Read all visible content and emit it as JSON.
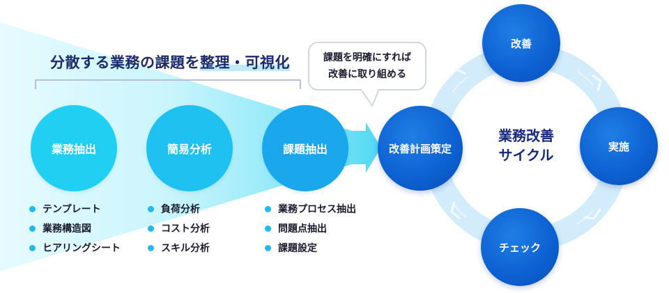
{
  "title": {
    "main": "分散する業務の課題を",
    "highlight": "整理・可視化"
  },
  "steps": [
    {
      "label": "業務抽出",
      "color": "#21cff3"
    },
    {
      "label": "簡易分析",
      "color": "#1fc1f1"
    },
    {
      "label": "課題抽出",
      "color": "#1aa7ec"
    }
  ],
  "lists": [
    [
      "テンプレート",
      "業務構造図",
      "ヒアリングシート"
    ],
    [
      "負荷分析",
      "コスト分析",
      "スキル分析"
    ],
    [
      "業務プロセス抽出",
      "問題点抽出",
      "課題設定"
    ]
  ],
  "bubble": {
    "line1": "課題を明確にすれば",
    "line2": "改善に取り組める"
  },
  "cycle": {
    "center_line1": "業務改善",
    "center_line2": "サイクル",
    "nodes": {
      "plan": "改善計画策定",
      "improve": "改善",
      "execute": "実施",
      "check": "チェック"
    }
  },
  "colors": {
    "accent_cyan": "#22b8f0",
    "cycle_blue": "#0d5fd0",
    "ring": "#d3ecfb",
    "title": "#1b2a6b"
  }
}
